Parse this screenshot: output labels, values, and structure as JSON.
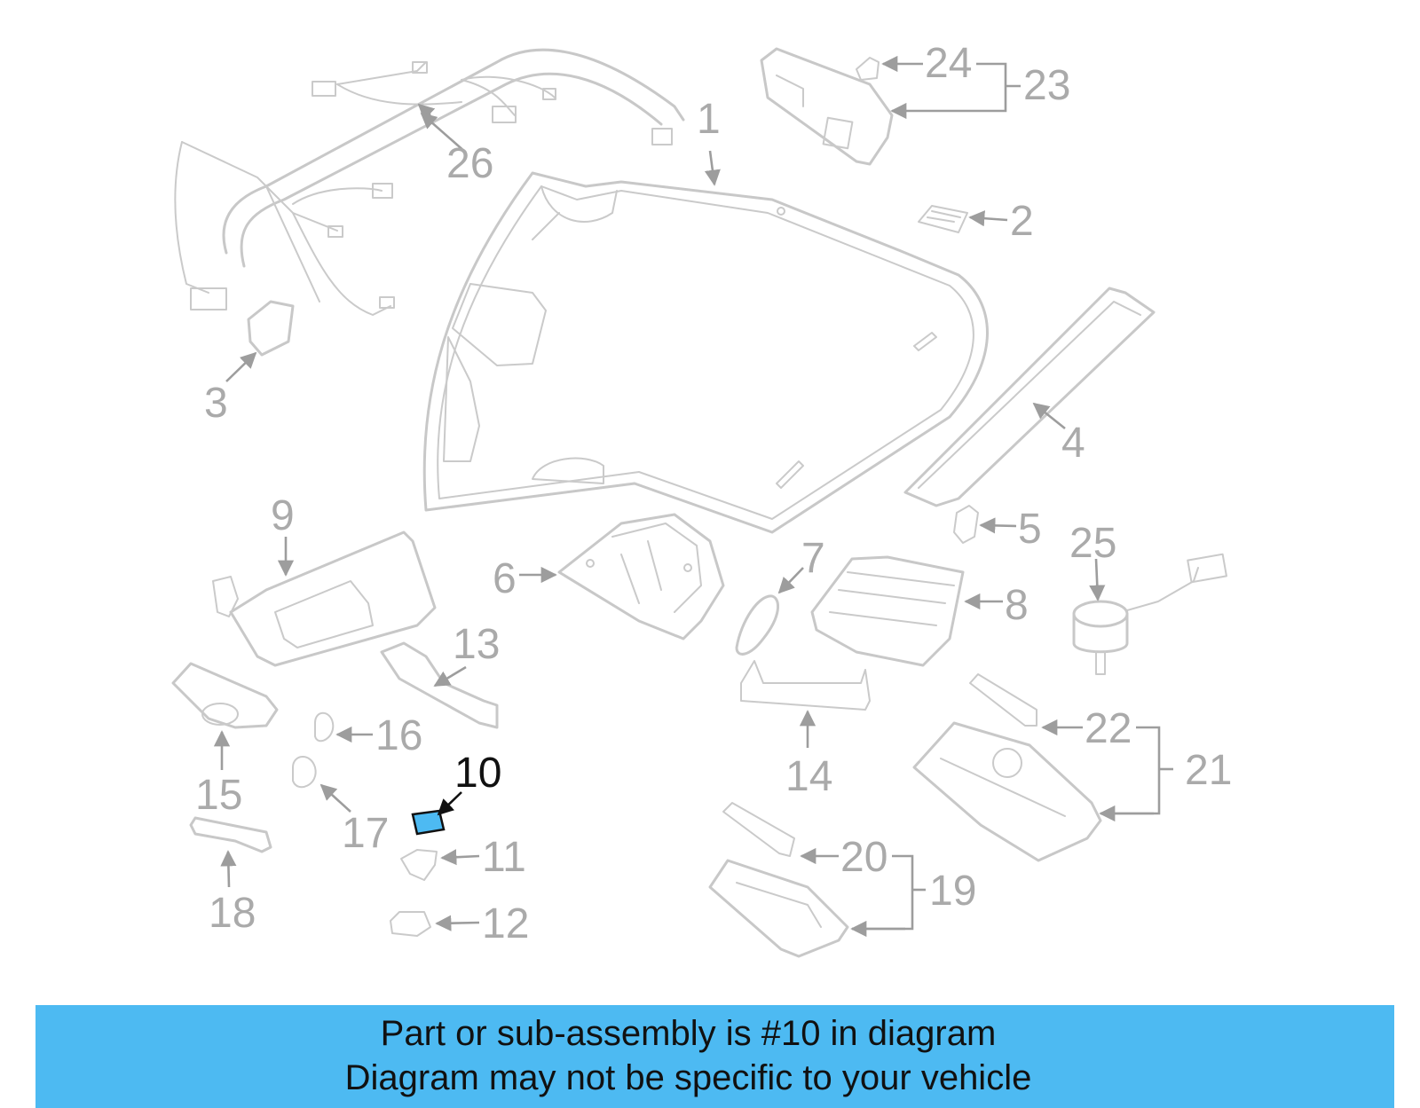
{
  "colors": {
    "banner_background": "#4dbaf2",
    "highlight_part_fill": "#4dbaf2",
    "part_line": "#c8c8c8",
    "callout_text": "#aaaaaa",
    "highlight_callout_text": "#111111"
  },
  "diagram": {
    "highlighted_part": "10",
    "callouts": [
      "1",
      "2",
      "3",
      "4",
      "5",
      "6",
      "7",
      "8",
      "9",
      "10",
      "11",
      "12",
      "13",
      "14",
      "15",
      "16",
      "17",
      "18",
      "19",
      "20",
      "21",
      "22",
      "23",
      "24",
      "25",
      "26"
    ]
  },
  "banner": {
    "line1": "Part or sub-assembly is #10 in diagram",
    "line2": "Diagram may not be specific to your vehicle"
  }
}
